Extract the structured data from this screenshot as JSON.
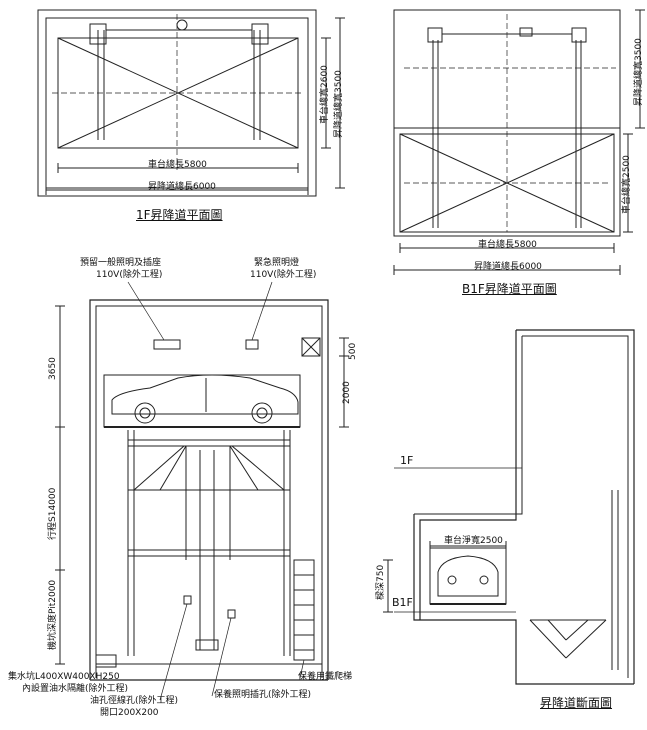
{
  "plan_1f": {
    "title": "1F昇降道平面圖",
    "platform_length": "車台總長5800",
    "shaft_length": "昇降道總長6000",
    "platform_width": "車台總寬2600",
    "shaft_width": "昇降道總寬3500"
  },
  "plan_b1f": {
    "title": "B1F昇降道平面圖",
    "platform_length": "車台總長5800",
    "shaft_length": "昇降道總長6000",
    "platform_width": "車台總寬2500",
    "shaft_width": "昇降道總寬3500"
  },
  "elevation": {
    "lighting_note_line1": "預留一般照明及插座",
    "lighting_note_line2": "110V(除外工程)",
    "emergency_note_line1": "緊急照明燈",
    "emergency_note_line2": "110V(除外工程)",
    "dim_top": "3650",
    "dim_500": "500",
    "dim_2000": "2000",
    "travel": "行程S14000",
    "pit": "機坑深度Pit2000",
    "sump_line1": "集水坑L400XW400XH250",
    "sump_line2": "內設置油水隔離(除外工程)",
    "oil_line1": "油孔徑線孔(除外工程)",
    "oil_line2": "開口200X200",
    "maint_light": "保養照明插孔(除外工程)",
    "ladder": "保養用鐵爬梯"
  },
  "section": {
    "title": "昇降道斷面圖",
    "floor_1f": "1F",
    "floor_b1f": "B1F",
    "net_width": "車台淨寬2500",
    "clearance": "樑深750"
  }
}
